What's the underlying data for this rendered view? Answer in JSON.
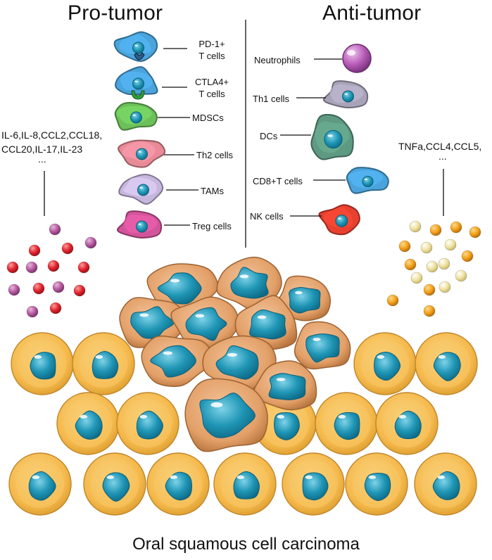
{
  "headings": {
    "pro": "Pro-tumor",
    "anti": "Anti-tumor"
  },
  "pro_cells": [
    {
      "label_line1": "PD-1+",
      "label_line2": "T cells",
      "color": "#4aa3dc",
      "marker": "pd1"
    },
    {
      "label_line1": "CTLA4+",
      "label_line2": "T cells",
      "color": "#4aa3dc",
      "marker": "ctla4"
    },
    {
      "label_line1": "MDSCs",
      "color": "#6cc05a"
    },
    {
      "label_line1": "Th2 cells",
      "color": "#e88a97"
    },
    {
      "label_line1": "TAMs",
      "color": "#c6b6dd"
    },
    {
      "label_line1": "Treg cells",
      "color": "#d2549a"
    }
  ],
  "anti_cells": [
    {
      "label": "Neutrophils",
      "color": "#b85cb8"
    },
    {
      "label": "Th1 cells",
      "color": "#a9a3b9"
    },
    {
      "label": "DCs",
      "color": "#5e9a82"
    },
    {
      "label": "CD8+T cells",
      "color": "#4aa3dc"
    },
    {
      "label": "NK cells",
      "color": "#e8412f"
    }
  ],
  "pro_cytokines": {
    "line1": "IL-6,IL-8,CCL2,CCL18,",
    "line2": "CCL20,IL-17,IL-23",
    "line3": "..."
  },
  "anti_cytokines": {
    "line1": "TNFa,CCL4,CCL5,",
    "line2": "..."
  },
  "colors": {
    "nucleus": "#1f95b5",
    "normal_cell": "#f5b94c",
    "tumor_cell": "#e3a068",
    "cytokine_red": "#e0232d",
    "cytokine_purple": "#b4589e",
    "cytokine_orange": "#f2a019",
    "cytokine_pale": "#efe2a0"
  },
  "caption": "Oral squamous cell carcinoma"
}
